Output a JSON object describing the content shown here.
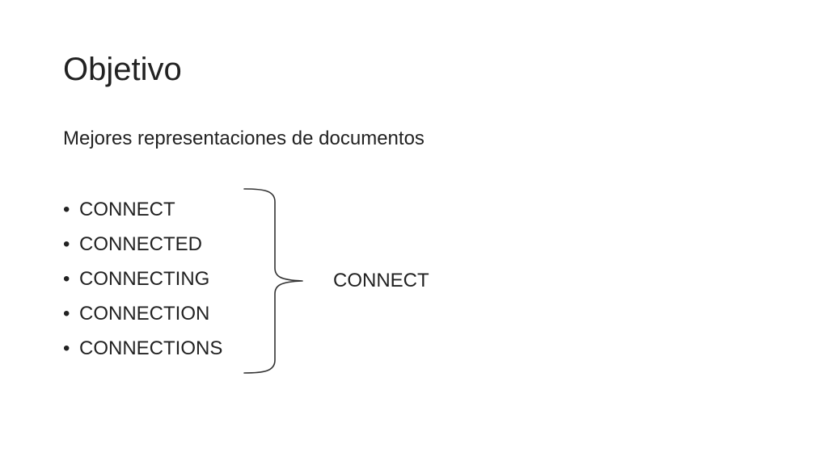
{
  "slide": {
    "title": "Objetivo",
    "subtitle": "Mejores representaciones de documentos",
    "bullet_glyph": "•",
    "bullets": [
      "CONNECT",
      "CONNECTED",
      "CONNECTING",
      "CONNECTION",
      "CONNECTIONS"
    ],
    "result": "CONNECT"
  },
  "colors": {
    "text": "#222222",
    "background": "#ffffff"
  },
  "icons": {
    "grouping": "curly-brace-icon"
  }
}
